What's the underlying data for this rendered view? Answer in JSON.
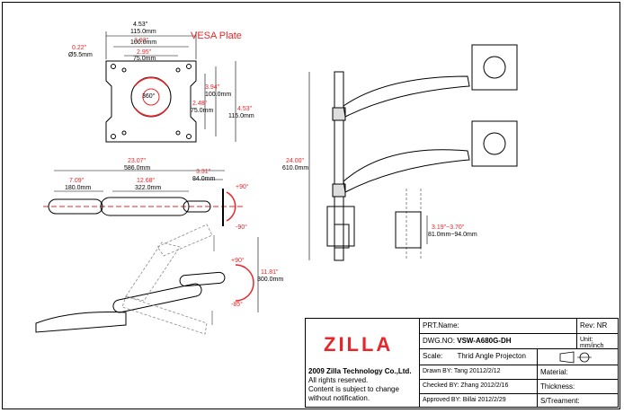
{
  "vesa": {
    "title": "VESA Plate",
    "w_in": "4.53\"",
    "w_mm": "115.0mm",
    "w2_in": "3.93\"",
    "w2_mm": "100.0mm",
    "w3_in": "2.95\"",
    "w3_mm": "75.0mm",
    "hole_in": "0.22\"",
    "hole_mm": "Ø5.5mm",
    "h1_in": "3.94\"",
    "h1_mm": "100.0mm",
    "h2_in": "2.48\"",
    "h2_mm": "75.0mm",
    "h3_in": "4.53\"",
    "h3_mm": "115.0mm",
    "rotate": "360°"
  },
  "top_view": {
    "total_in": "23.07\"",
    "total_mm": "586.0mm",
    "seg1_in": "7.09\"",
    "seg1_mm": "180.0mm",
    "seg2_in": "12.68\"",
    "seg2_mm": "322.0mm",
    "seg3_in": "3.31\"",
    "seg3_mm": "84.0mm",
    "ang_pos": "+90°",
    "ang_neg": "-90°"
  },
  "side_view": {
    "h_in": "11.81\"",
    "h_mm": "300.0mm",
    "ang_pos": "+90°",
    "ang_neg": "-85°"
  },
  "elevation": {
    "h_in": "24.00\"",
    "h_mm": "610.0mm",
    "clamp_in": "3.19\"~3.70\"",
    "clamp_mm": "81.0mm~94.0mm"
  },
  "title_block": {
    "logo": "ZILLA",
    "company": "2009 Zilla Technology Co.,Ltd.",
    "rights1": "All rights reserved.",
    "rights2": "Content is subject to change",
    "rights3": "without notification.",
    "prt_name_label": "PRT.Name:",
    "rev_label": "Rev:",
    "rev_value": "NR",
    "dwg_label": "DWG.NO:",
    "dwg_value": "VSW-A680G-DH",
    "unit_label": "Unit: mm/inch",
    "scale_label": "Scale:",
    "projection": "Thrid Angle Projecton",
    "drawn": "Drawn BY:  Tang  20112/2/12",
    "checked": "Checked BY:  Zhang  2012/2/16",
    "approved": "Approved BY:  Billai  2012/2/29",
    "material": "Material:",
    "thickness": "Thickness:",
    "treatment": "S/Treament:"
  },
  "colors": {
    "dimension_red": "#e8262a",
    "line": "#000000",
    "dash": "#888888"
  }
}
